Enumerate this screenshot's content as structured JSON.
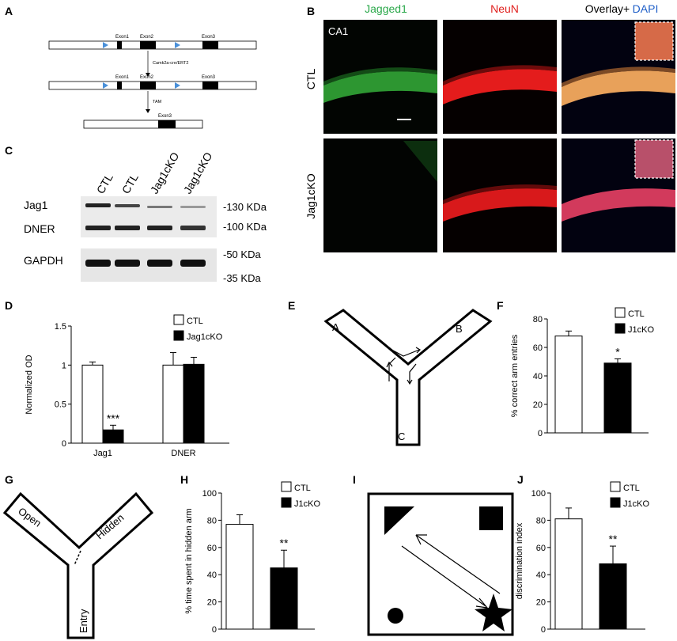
{
  "panels": {
    "A": {
      "label": "A",
      "exon1": "Exon1",
      "exon2": "Exon2",
      "exon3": "Exon3",
      "cre": "Camk2a-cre/ERT2",
      "tam": "TAM"
    },
    "B": {
      "label": "B",
      "col_headers": [
        "Jagged1",
        "NeuN",
        "Overlay+",
        "DAPI"
      ],
      "header_colors": {
        "jagged1": "#2aa84a",
        "neun": "#e0201e",
        "overlay": "#000000",
        "dapi": "#1f5fc8"
      },
      "region": "CA1",
      "rows": [
        "CTL",
        "Jag1cKO"
      ]
    },
    "C": {
      "label": "C",
      "lanes": [
        "CTL",
        "CTL",
        "Jag1cKO",
        "Jag1cKO"
      ],
      "bands": [
        "Jag1",
        "DNER",
        "GAPDH"
      ],
      "mw": [
        "-130 KDa",
        "-100 KDa",
        "-50 KDa",
        "-35 KDa"
      ]
    },
    "D": {
      "label": "D"
    },
    "E": {
      "label": "E",
      "arms": [
        "A",
        "B",
        "C"
      ]
    },
    "F": {
      "label": "F"
    },
    "G": {
      "label": "G",
      "arms": [
        "Open",
        "Hidden",
        "Entry"
      ]
    },
    "H": {
      "label": "H"
    },
    "I": {
      "label": "I"
    },
    "J": {
      "label": "J"
    }
  },
  "chart_data": [
    {
      "panel": "D",
      "type": "bar",
      "categories": [
        "Jag1",
        "DNER"
      ],
      "series": [
        {
          "name": "CTL",
          "values": [
            1.0,
            1.0
          ],
          "errors": [
            0.04,
            0.16
          ],
          "color": "#ffffff"
        },
        {
          "name": "Jag1cKO",
          "values": [
            0.17,
            1.01
          ],
          "errors": [
            0.06,
            0.09
          ],
          "color": "#000000"
        }
      ],
      "ylabel": "Normalized OD",
      "ylim": [
        0,
        1.5
      ],
      "yticks": [
        "0",
        "0.5",
        "1",
        "1.5"
      ],
      "annotations": [
        "***"
      ]
    },
    {
      "panel": "F",
      "type": "bar",
      "categories": [
        "CTL",
        "J1cKO"
      ],
      "series": [
        {
          "name": "CTL",
          "values": [
            68
          ],
          "errors": [
            3.5
          ],
          "color": "#ffffff"
        },
        {
          "name": "J1cKO",
          "values": [
            49
          ],
          "errors": [
            3
          ],
          "color": "#000000"
        }
      ],
      "ylabel": "% correct arm entries",
      "ylim": [
        0,
        80
      ],
      "yticks": [
        "0",
        "20",
        "40",
        "60",
        "80"
      ],
      "annotations": [
        "*"
      ]
    },
    {
      "panel": "H",
      "type": "bar",
      "categories": [
        "CTL",
        "J1cKO"
      ],
      "series": [
        {
          "name": "CTL",
          "values": [
            77
          ],
          "errors": [
            7
          ],
          "color": "#ffffff"
        },
        {
          "name": "J1cKO",
          "values": [
            45
          ],
          "errors": [
            13
          ],
          "color": "#000000"
        }
      ],
      "ylabel": "% time spent in hidden arm",
      "ylim": [
        0,
        100
      ],
      "yticks": [
        "0",
        "20",
        "40",
        "60",
        "80",
        "100"
      ],
      "annotations": [
        "**"
      ]
    },
    {
      "panel": "J",
      "type": "bar",
      "categories": [
        "CTL",
        "J1cKO"
      ],
      "series": [
        {
          "name": "CTL",
          "values": [
            81
          ],
          "errors": [
            8
          ],
          "color": "#ffffff"
        },
        {
          "name": "J1cKO",
          "values": [
            48
          ],
          "errors": [
            13
          ],
          "color": "#000000"
        }
      ],
      "ylabel": "discrimination index",
      "ylim": [
        0,
        100
      ],
      "yticks": [
        "0",
        "20",
        "40",
        "60",
        "80",
        "100"
      ],
      "annotations": [
        "**"
      ]
    }
  ]
}
